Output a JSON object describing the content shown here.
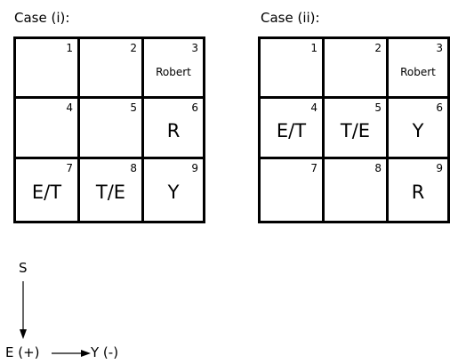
{
  "cases": [
    {
      "title": "Case (i):",
      "cells": [
        {
          "num": "1",
          "content": ""
        },
        {
          "num": "2",
          "content": ""
        },
        {
          "num": "3",
          "content": "Robert"
        },
        {
          "num": "4",
          "content": ""
        },
        {
          "num": "5",
          "content": ""
        },
        {
          "num": "6",
          "content": "R"
        },
        {
          "num": "7",
          "content": "E/T"
        },
        {
          "num": "8",
          "content": "T/E"
        },
        {
          "num": "9",
          "content": "Y"
        }
      ]
    },
    {
      "title": "Case (ii):",
      "cells": [
        {
          "num": "1",
          "content": ""
        },
        {
          "num": "2",
          "content": ""
        },
        {
          "num": "3",
          "content": "Robert"
        },
        {
          "num": "4",
          "content": "E/T"
        },
        {
          "num": "5",
          "content": "T/E"
        },
        {
          "num": "6",
          "content": "Y"
        },
        {
          "num": "7",
          "content": ""
        },
        {
          "num": "8",
          "content": ""
        },
        {
          "num": "9",
          "content": "R"
        }
      ]
    }
  ],
  "diagram": {
    "top_label": "S",
    "left_label": "E (+)",
    "right_label": "Y (-)"
  }
}
